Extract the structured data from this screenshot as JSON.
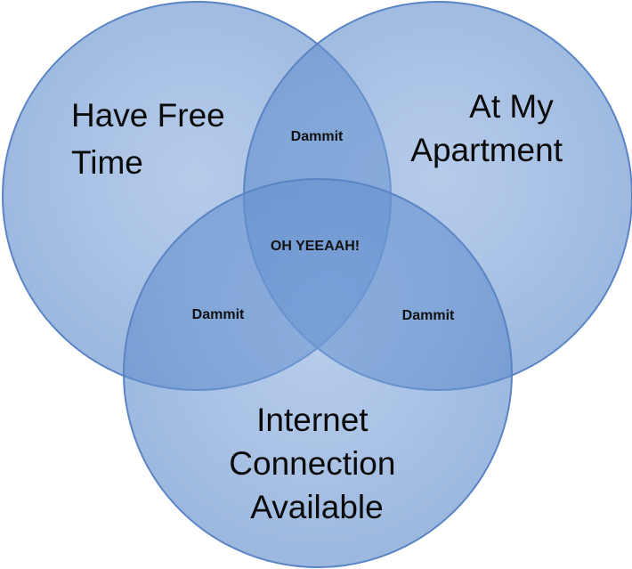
{
  "sets": [
    {
      "id": "free-time",
      "label_lines": [
        "Have Free",
        "Time"
      ],
      "color": "#6f97d3"
    },
    {
      "id": "apartment",
      "label_lines": [
        "At My",
        "Apartment"
      ],
      "color": "#6f97d3"
    },
    {
      "id": "internet",
      "label_lines": [
        "Internet",
        "Connection",
        "Available"
      ],
      "color": "#6f97d3"
    }
  ],
  "intersections": {
    "free_time_and_apartment": "Dammit",
    "free_time_and_internet": "Dammit",
    "apartment_and_internet": "Dammit",
    "all_three": "OH YEEAAH!"
  },
  "colors": {
    "circle_fill": "#6f97d3",
    "circle_stroke": "#5b84c4",
    "background": "#ffffff"
  }
}
